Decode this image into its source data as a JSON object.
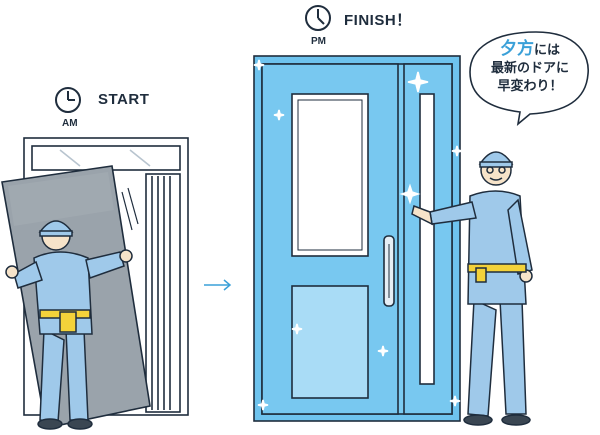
{
  "before": {
    "clock_icon": "clock-icon",
    "time_label": "START",
    "meridiem": "AM"
  },
  "after": {
    "clock_icon": "clock-icon",
    "time_label": "FINISH！",
    "meridiem": "PM"
  },
  "speech_bubble": {
    "highlight": "夕方",
    "line1_rest": "には",
    "line2": "最新のドアに",
    "line3": "早変わり！"
  },
  "colors": {
    "door_blue": "#6ec3ee",
    "door_light": "#a9dcf6",
    "accent": "#3aa0d8",
    "worker_blue": "#9fc9ea",
    "belt_yellow": "#f3d23a",
    "outline": "#1f2d3d"
  }
}
